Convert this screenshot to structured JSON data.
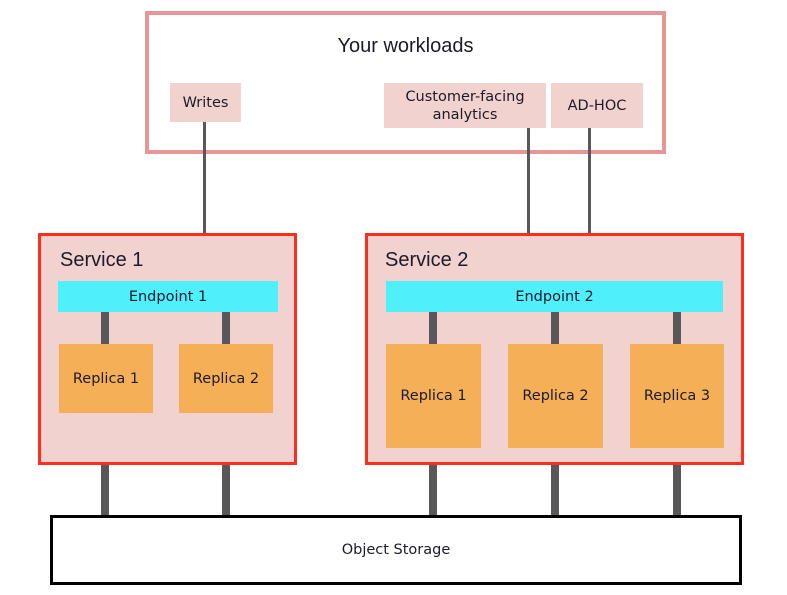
{
  "diagram": {
    "title": "Your workloads",
    "workloads": [
      {
        "id": "writes",
        "label": "Writes"
      },
      {
        "id": "customer-facing-analytics",
        "label": "Customer-facing analytics"
      },
      {
        "id": "ad-hoc",
        "label": "AD-HOC"
      }
    ],
    "services": [
      {
        "id": "service-1",
        "label": "Service 1",
        "endpoint": "Endpoint 1",
        "replicas": [
          "Replica 1",
          "Replica 2"
        ]
      },
      {
        "id": "service-2",
        "label": "Service 2",
        "endpoint": "Endpoint 2",
        "replicas": [
          "Replica 1",
          "Replica 2",
          "Replica 3"
        ]
      }
    ],
    "storage": {
      "label": "Object Storage"
    },
    "colors": {
      "workload_border": "#e79695",
      "workload_box_fill": "#f2d2ce",
      "service_border": "#fc2e1f",
      "service_fill": "#f2d2ce",
      "endpoint_fill": "#4ff0fb",
      "replica_fill": "#f5b057",
      "connector": "#58585a",
      "storage_border": "#000000",
      "text": "#1b1b29",
      "background": "#ffffff"
    }
  }
}
